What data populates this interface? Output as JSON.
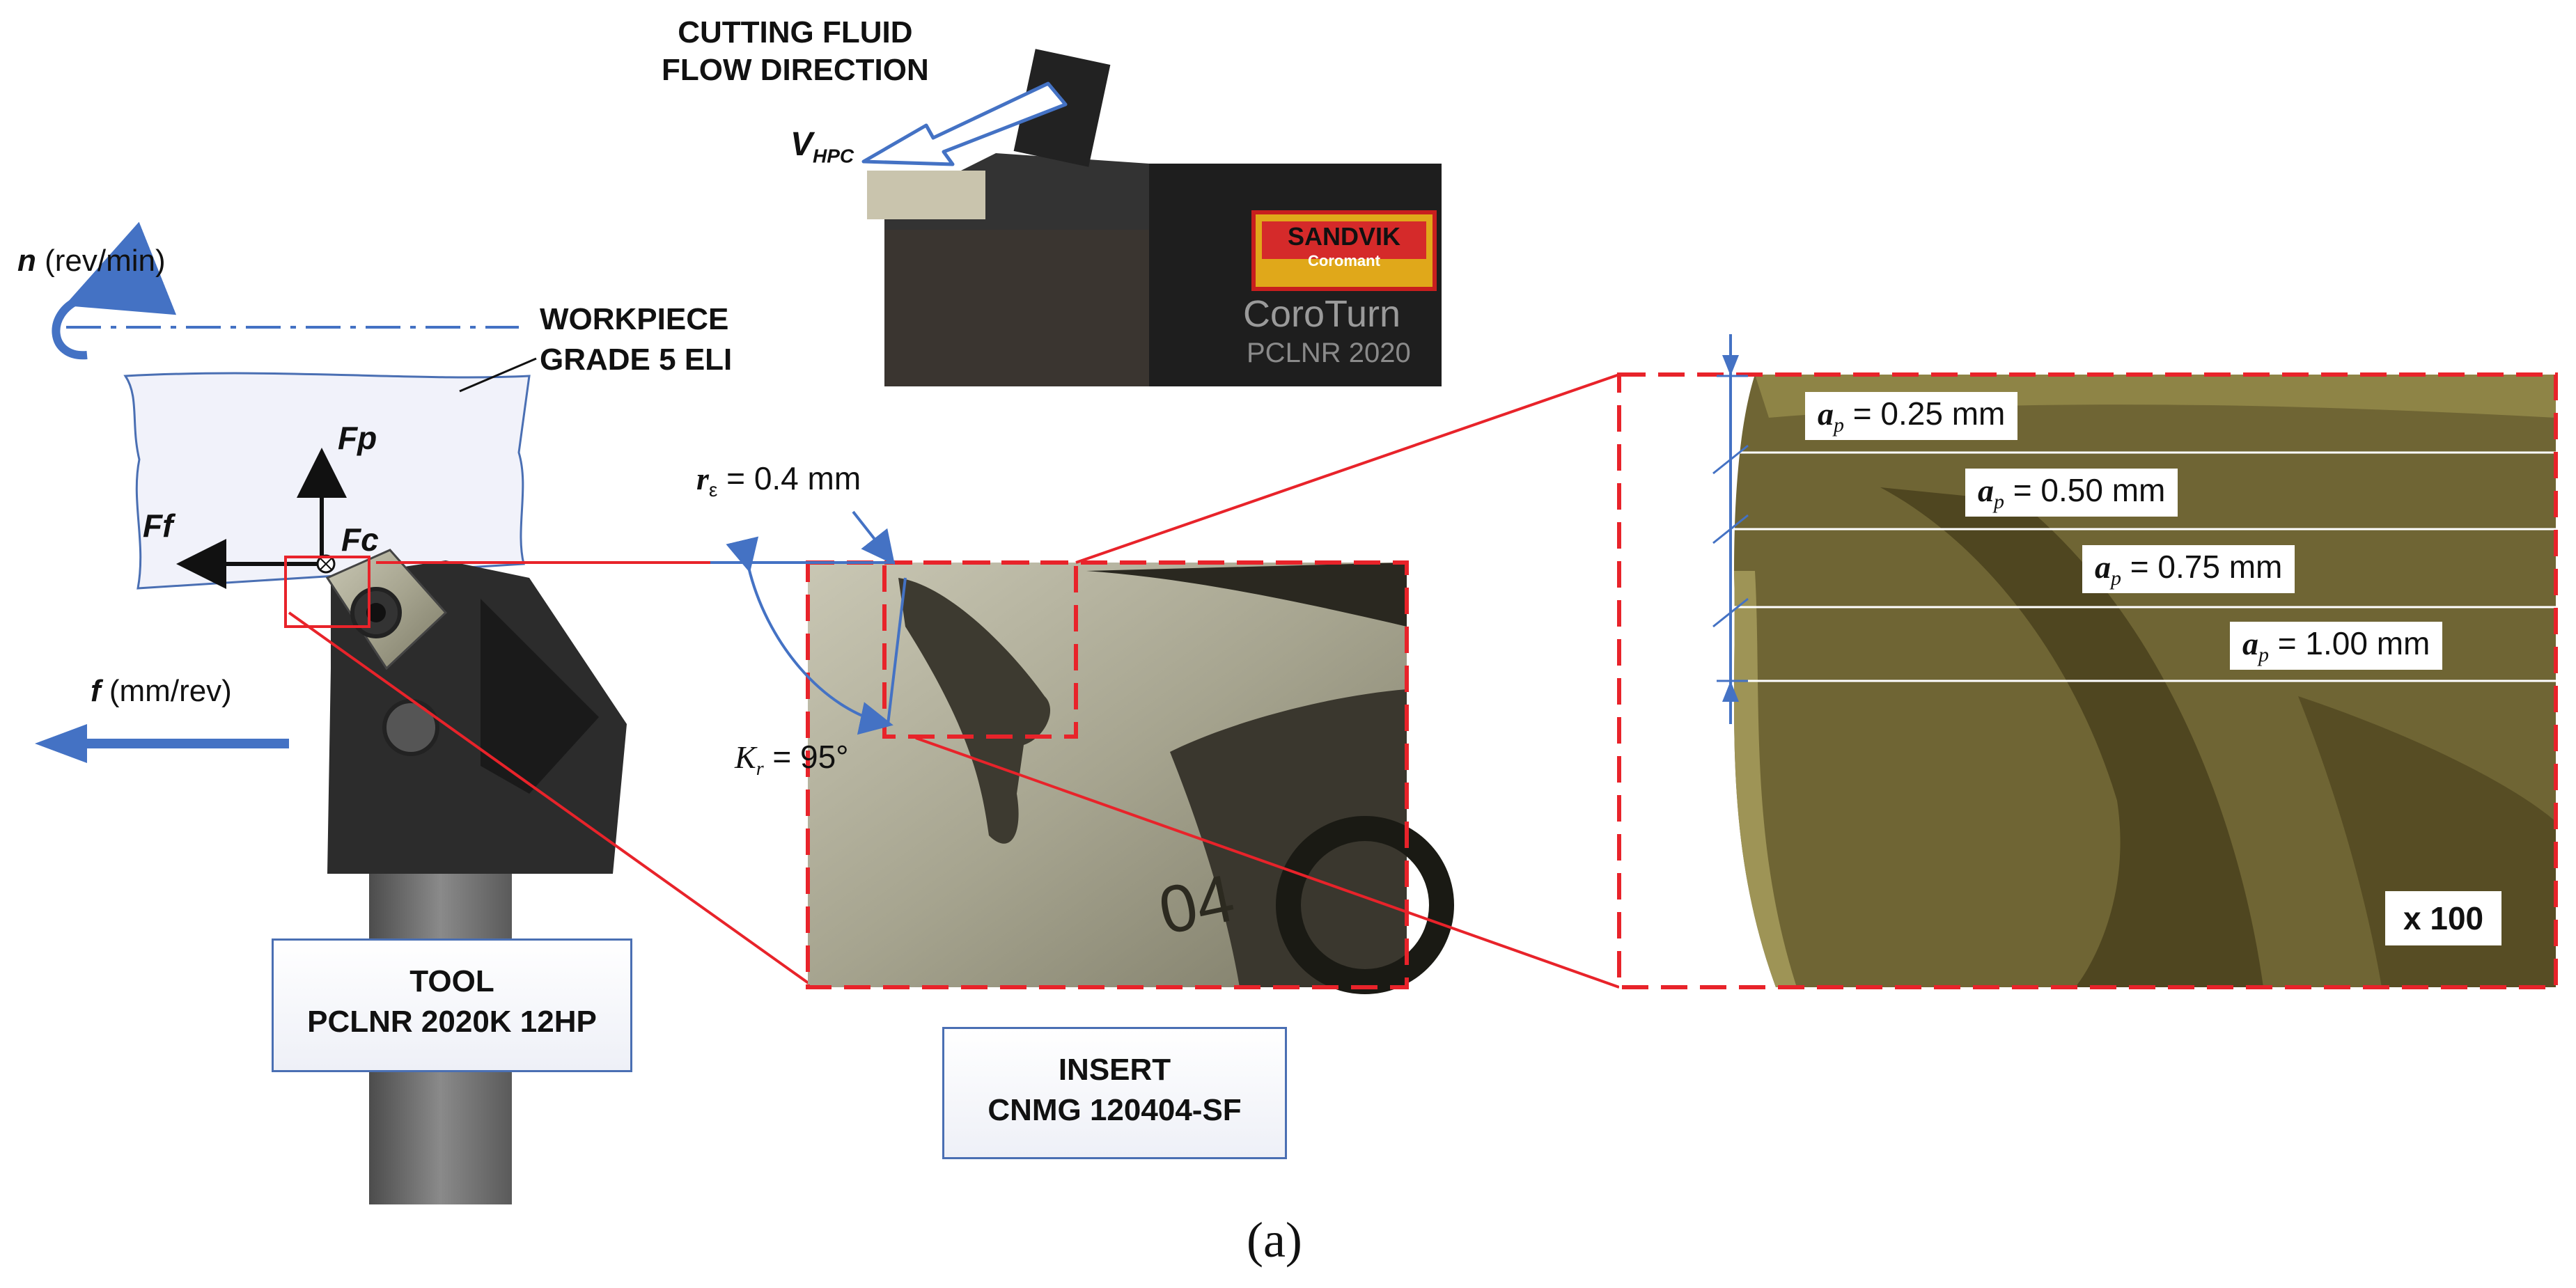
{
  "labels": {
    "fluid_line1": "CUTTING FLUID",
    "fluid_line2": "FLOW DIRECTION",
    "vhpc_main": "V",
    "vhpc_sub": "HPC",
    "n_symbol": "n",
    "n_unit": " (rev/min)",
    "workpiece_line1": "WORKPIECE",
    "workpiece_line2": "GRADE 5 ELI",
    "fp": "Fp",
    "ff": "Ff",
    "fc": "Fc",
    "f_symbol": "f",
    "f_unit": " (mm/rev)",
    "radius_symbol": "r",
    "radius_sub": "ε",
    "radius_value": " = 0.4 mm",
    "kr_symbol": "K",
    "kr_sub": "r",
    "kr_value": " = 95°",
    "magnification": "x 100",
    "caption": "(a)"
  },
  "tool_box": {
    "line1": "TOOL",
    "line2": "PCLNR 2020K 12HP"
  },
  "insert_box": {
    "line1": "INSERT",
    "line2": "CNMG 120404-SF"
  },
  "holder_brand": {
    "brand": "SANDVIK",
    "sub": "Coromant",
    "product": "CoroTurn",
    "code": "PCLNR 2020"
  },
  "insert_marking": "04",
  "depth_labels": [
    {
      "symbol": "a",
      "sub": "p",
      "value": " = 0.25 mm"
    },
    {
      "symbol": "a",
      "sub": "p",
      "value": " = 0.50 mm"
    },
    {
      "symbol": "a",
      "sub": "p",
      "value": " = 0.75 mm"
    },
    {
      "symbol": "a",
      "sub": "p",
      "value": " = 1.00 mm"
    }
  ],
  "colors": {
    "callout_red": "#e8232a",
    "arrow_blue": "#4472c4",
    "box_border": "#4a6fb3",
    "insert_gold": "#8a7a3a",
    "steel_gray": "#6e6e6e"
  }
}
